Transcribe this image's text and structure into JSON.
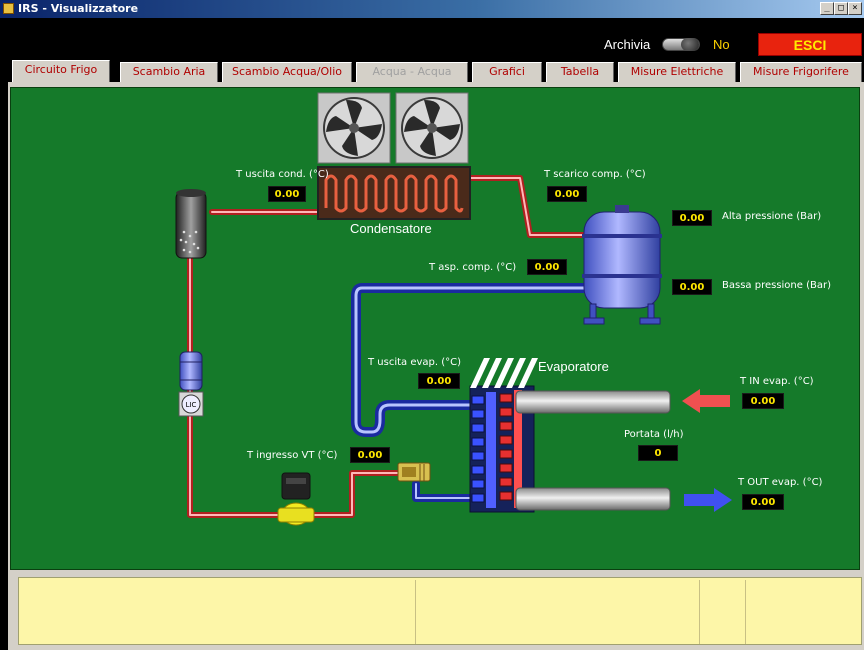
{
  "window": {
    "title": "IRS - Visualizzatore",
    "icon": "app-icon"
  },
  "window_buttons": [
    "_",
    "□",
    "×"
  ],
  "topbar": {
    "archivia_label": "Archivia",
    "archivia_state": "No",
    "esci_label": "ESCI"
  },
  "tabs": [
    {
      "label": "Circuito Frigo",
      "active": true,
      "enabled": true
    },
    {
      "label": "Scambio Aria",
      "active": false,
      "enabled": true
    },
    {
      "label": "Scambio Acqua/Olio",
      "active": false,
      "enabled": true
    },
    {
      "label": "Acqua - Acqua",
      "active": false,
      "enabled": false
    },
    {
      "label": "Grafici",
      "active": false,
      "enabled": true
    },
    {
      "label": "Tabella",
      "active": false,
      "enabled": true
    },
    {
      "label": "Misure Elettriche",
      "active": false,
      "enabled": true
    },
    {
      "label": "Misure Frigorifere",
      "active": false,
      "enabled": true
    }
  ],
  "diagram": {
    "condensatore_label": "Condensatore",
    "evaporatore_label": "Evaporatore",
    "liquid_indicator_label": "LIC",
    "t_uscita_cond": {
      "label": "T uscita cond. (°C)",
      "value": "0.00"
    },
    "t_scarico_comp": {
      "label": "T scarico comp. (°C)",
      "value": "0.00"
    },
    "alta_pressione": {
      "label": "Alta pressione (Bar)",
      "value": "0.00"
    },
    "t_asp_comp": {
      "label": "T asp. comp. (°C)",
      "value": "0.00"
    },
    "bassa_pressione": {
      "label": "Bassa pressione (Bar)",
      "value": "0.00"
    },
    "t_uscita_evap": {
      "label": "T uscita evap. (°C)",
      "value": "0.00"
    },
    "t_in_evap": {
      "label": "T IN evap. (°C)",
      "value": "0.00"
    },
    "portata": {
      "label": "Portata (l/h)",
      "value": "0"
    },
    "t_ingresso_vt": {
      "label": "T ingresso VT (°C)",
      "value": "0.00"
    },
    "t_out_evap": {
      "label": "T OUT evap. (°C)",
      "value": "0.00"
    }
  },
  "colors": {
    "background_green": "#157a2a",
    "hot_pipe": "#e84040",
    "cold_pipe": "#3040e0",
    "value_text": "#ffe800",
    "esci_bg": "#e8230e",
    "tab_text": "#b00000",
    "status_panel": "#fdf6a8"
  }
}
